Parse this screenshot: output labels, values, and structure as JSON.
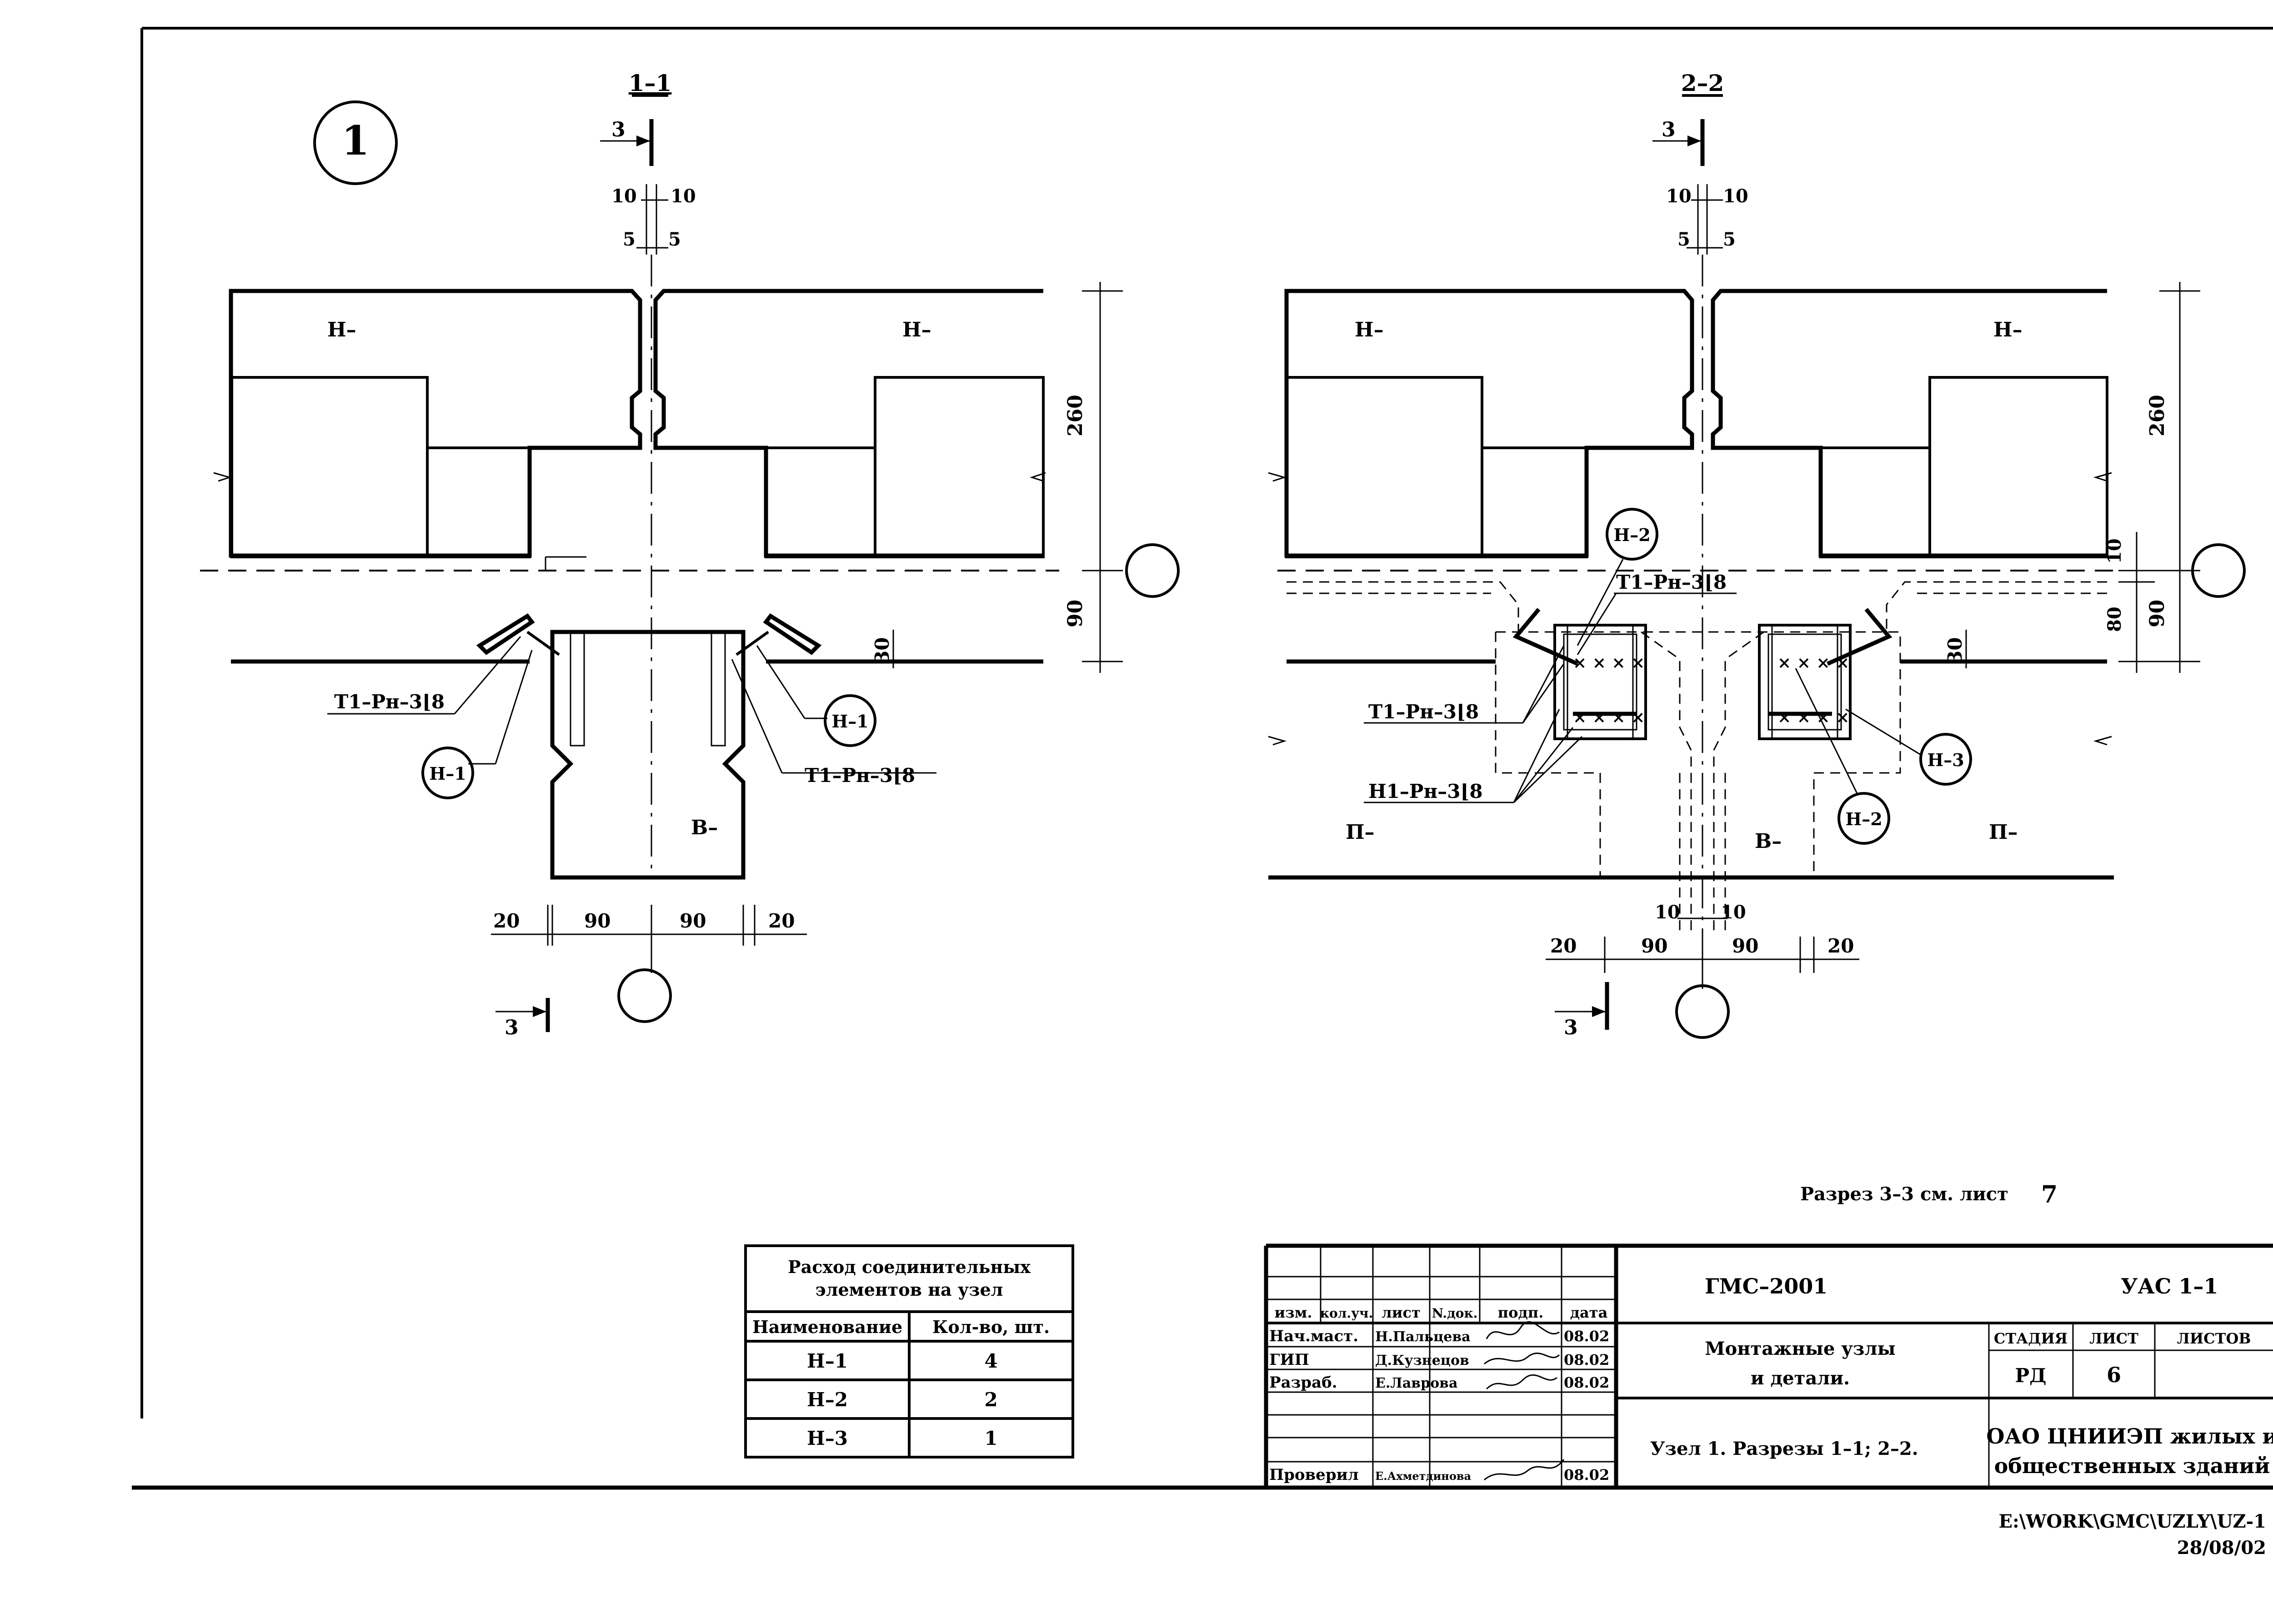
{
  "sheet": {
    "node_number": "1",
    "section_ref_note": "Разрез 3–3 см. лист",
    "section_ref_sheet": "7",
    "file_path": "E:\\WORK\\GMC\\UZLY\\UZ-1",
    "file_date": "28/08/02"
  },
  "section_1": {
    "title": "1–1",
    "cut_label": "3",
    "dim_top_10a": "10",
    "dim_top_10b": "10",
    "dim_top_5a": "5",
    "dim_top_5b": "5",
    "dim_260": "260",
    "dim_90": "90",
    "dim_30": "30",
    "dim_bottom": [
      "20",
      "90",
      "90",
      "20"
    ],
    "panel_left": "Н–",
    "panel_right": "Н–",
    "panel_bottom": "В–",
    "callout_left_weld": "Т1–Рн–3⌊8",
    "callout_right_weld": "Т1–Рн–3⌊8",
    "bubble_left": "Н–1",
    "bubble_right": "Н–1"
  },
  "section_2": {
    "title": "2–2",
    "cut_label": "3",
    "dim_top_10a": "10",
    "dim_top_10b": "10",
    "dim_top_5a": "5",
    "dim_top_5b": "5",
    "dim_260": "260",
    "dim_10": "10",
    "dim_80": "80",
    "dim_90": "90",
    "dim_30": "30",
    "dim_mid_10a": "10",
    "dim_mid_10b": "10",
    "dim_bottom": [
      "20",
      "90",
      "90",
      "20"
    ],
    "panel_left": "Н–",
    "panel_right": "Н–",
    "panel_bottom_left": "П–",
    "panel_bottom_mid": "В–",
    "panel_bottom_right": "П–",
    "callout_top": "Т1–Рн–3⌊8",
    "callout_left_1": "Т1–Рн–3⌊8",
    "callout_left_2": "Н1–Рн–3⌊8",
    "bubble_h2_top": "Н–2",
    "bubble_h2_bottom": "Н–2",
    "bubble_h3": "Н–3"
  },
  "consumption_table": {
    "title_line1": "Расход соединительных",
    "title_line2": "элементов на узел",
    "headers": [
      "Наименование",
      "Кол-во, шт."
    ],
    "rows": [
      [
        "Н–1",
        "4"
      ],
      [
        "Н–2",
        "2"
      ],
      [
        "Н–3",
        "1"
      ]
    ]
  },
  "title_block": {
    "code": "ГМС–2001",
    "sheet_code": "УАС 1–1",
    "col_headers": [
      "изм.",
      "кол.уч.",
      "лист",
      "N.док.",
      "подп.",
      "дата"
    ],
    "people": [
      {
        "role": "Нач.маст.",
        "name": "Н.Пальцева",
        "date": "08.02"
      },
      {
        "role": "ГИП",
        "name": "Д.Кузнецов",
        "date": "08.02"
      },
      {
        "role": "Разраб.",
        "name": "Е.Лаврова",
        "date": "08.02"
      },
      {
        "role": "Проверил",
        "name": "Е.Ахметдинова",
        "date": "08.02"
      }
    ],
    "subject_line1": "Монтажные узлы",
    "subject_line2": "и детали.",
    "drawing_title": "Узел 1.   Разрезы 1–1; 2–2.",
    "stage_header": "СТАДИЯ",
    "sheet_header": "ЛИСТ",
    "sheets_header": "ЛИСТОВ",
    "stage": "РД",
    "sheet_no": "6",
    "sheets_total": "",
    "org_line1": "ОАО ЦНИИЭП жилых и",
    "org_line2": "общественных зданий"
  }
}
